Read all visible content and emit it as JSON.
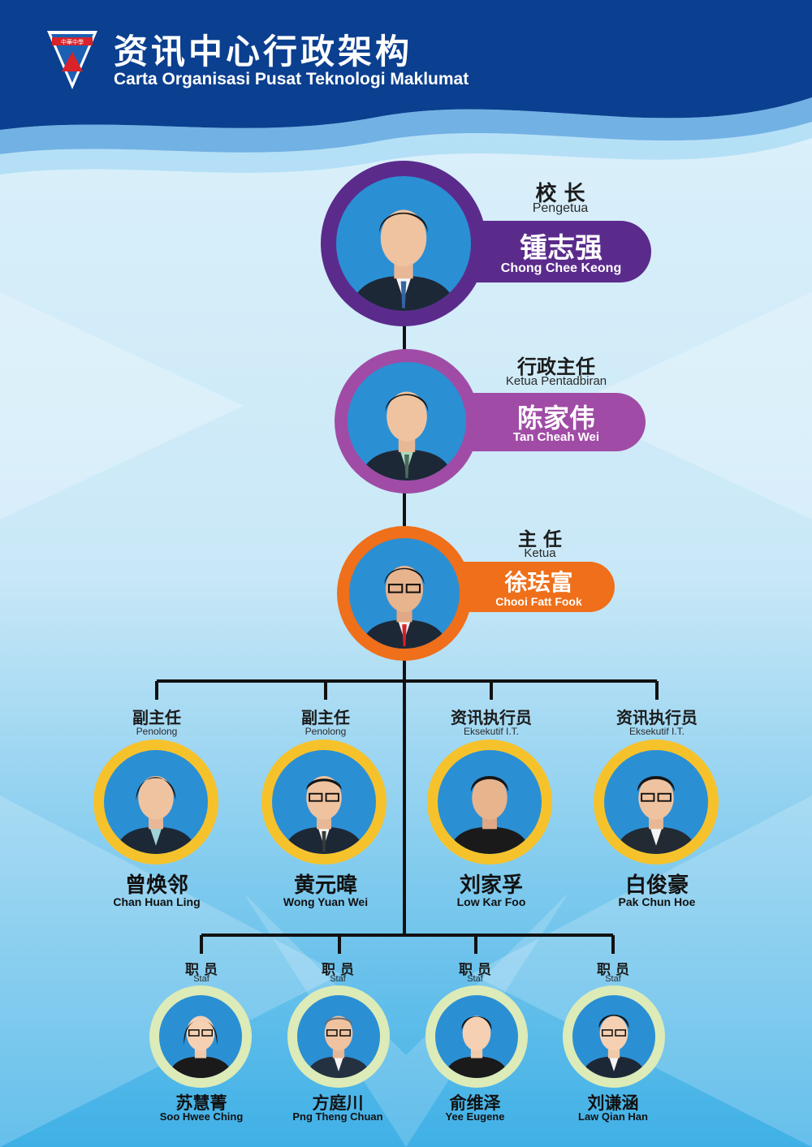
{
  "header": {
    "title": "资讯中心行政架构",
    "subtitle": "Carta Organisasi Pusat Teknologi Maklumat",
    "logo_text": "中華中學"
  },
  "colors": {
    "header_blue": "#0b3f8f",
    "principal": "#5b2b8c",
    "admin_head": "#a04ca6",
    "head": "#ef6f1a",
    "assistant_ring": "#f6c22c",
    "staff_ring": "#dcebb8",
    "line": "#111111"
  },
  "principal": {
    "role_zh": "校 长",
    "role_ms": "Pengetua",
    "name_zh": "锺志强",
    "name_en": "Chong Chee Keong"
  },
  "admin_head": {
    "role_zh": "行政主任",
    "role_ms": "Ketua Pentadbiran",
    "name_zh": "陈家伟",
    "name_en": "Tan Cheah Wei"
  },
  "head": {
    "role_zh": "主 任",
    "role_ms": "Ketua",
    "name_zh": "徐珐富",
    "name_en": "Chooi Fatt Fook"
  },
  "level2": [
    {
      "role_zh": "副主任",
      "role_ms": "Penolong",
      "name_zh": "曾焕邻",
      "name_en": "Chan Huan Ling"
    },
    {
      "role_zh": "副主任",
      "role_ms": "Penolong",
      "name_zh": "黄元暐",
      "name_en": "Wong Yuan Wei"
    },
    {
      "role_zh": "资讯执行员",
      "role_ms": "Eksekutif I.T.",
      "name_zh": "刘家孚",
      "name_en": "Low Kar Foo"
    },
    {
      "role_zh": "资讯执行员",
      "role_ms": "Eksekutif I.T.",
      "name_zh": "白俊豪",
      "name_en": "Pak Chun Hoe"
    }
  ],
  "staff": [
    {
      "role_zh": "职 员",
      "role_ms": "Staf",
      "name_zh": "苏慧菁",
      "name_en": "Soo Hwee Ching"
    },
    {
      "role_zh": "职 员",
      "role_ms": "Staf",
      "name_zh": "方庭川",
      "name_en": "Png Theng Chuan"
    },
    {
      "role_zh": "职 员",
      "role_ms": "Staf",
      "name_zh": "俞维泽",
      "name_en": "Yee Eugene"
    },
    {
      "role_zh": "职 员",
      "role_ms": "Staf",
      "name_zh": "刘谦涵",
      "name_en": "Law Qian Han"
    }
  ]
}
